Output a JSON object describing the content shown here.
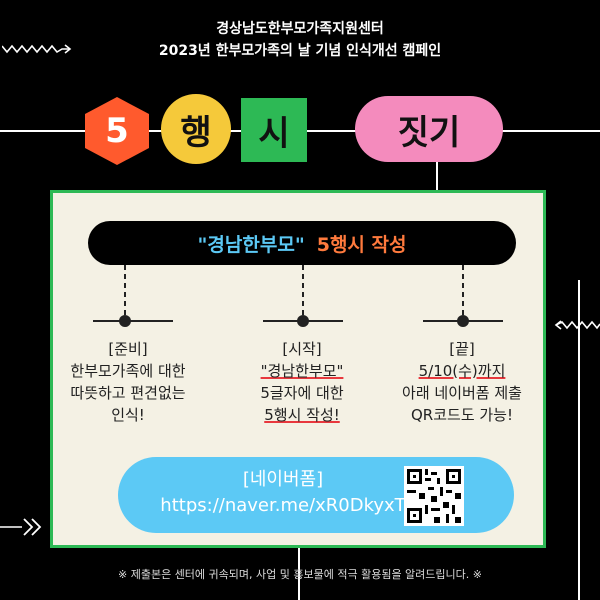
{
  "header": {
    "line1": "경상남도한부모가족지원센터",
    "line2": "2023년 한부모가족의 날 기념 인식개선 캠페인"
  },
  "badges": {
    "num": "5",
    "char1": "행",
    "char2": "시",
    "word": "짓기"
  },
  "title": {
    "part1": "\"경남한부모\"",
    "part2": "5행시 작성"
  },
  "steps": [
    {
      "lines": [
        "[준비]",
        "한부모가족에 대한",
        "따뜻하고 편견없는",
        "인식!"
      ]
    },
    {
      "lines": [
        "[시작]",
        "\"경남한부모\"",
        "5글자에 대한",
        "5행시 작성!"
      ]
    },
    {
      "lines": [
        "[끝]",
        "5/10(수)까지",
        "아래 네이버폼 제출",
        "QR코드도 가능!"
      ]
    }
  ],
  "naver": {
    "title": "[네이버폼]",
    "url": "https://naver.me/xR0DkyxT"
  },
  "footer": "※ 제출본은 센터에 귀속되며, 사업 및 홍보물에 적극 활용됨을 알려드립니다. ※",
  "colors": {
    "accent_green": "#2db955",
    "accent_orange": "#ff5a2d",
    "accent_yellow": "#f5c93a",
    "accent_pink": "#f48bbd",
    "accent_blue": "#5cc9f5",
    "underline_red": "#e8383d"
  },
  "icons": [
    "zigzag-arrow-icon",
    "double-chevron-icon",
    "qr-code-icon"
  ]
}
